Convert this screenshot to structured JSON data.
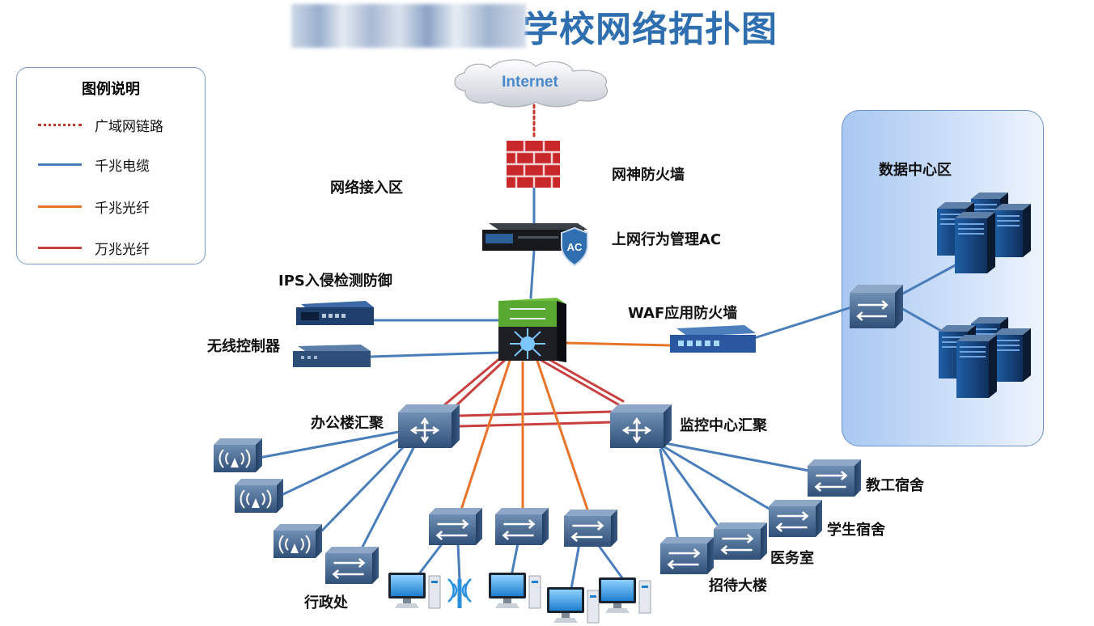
{
  "title": "学校网络拓扑图",
  "legend": {
    "title": "图例说明",
    "items": [
      {
        "label": "广域网链路",
        "color": "#c0392b",
        "style": "dotted"
      },
      {
        "label": "千兆电缆",
        "color": "#4a7ebb",
        "style": "solid"
      },
      {
        "label": "千兆光纤",
        "color": "#e8742a",
        "style": "solid"
      },
      {
        "label": "万兆光纤",
        "color": "#c94040",
        "style": "solid"
      }
    ]
  },
  "zones": {
    "access": "网络接入区",
    "datacenter": "数据中心区"
  },
  "devices": {
    "internet": "Internet",
    "firewall": "网神防火墙",
    "ac": "上网行为管理AC",
    "ac_badge": "AC",
    "ips": "IPS入侵检测防御",
    "wlc": "无线控制器",
    "waf": "WAF应用防火墙",
    "office_agg": "办公楼汇聚",
    "monitor_agg": "监控中心汇聚",
    "admin": "行政处",
    "staff_dorm": "教工宿舍",
    "student_dorm": "学生宿舍",
    "clinic": "医务室",
    "reception": "招待大楼"
  },
  "colors": {
    "title": "#2f6fb0",
    "cable": "#4a7ebb",
    "fiber": "#e8742a",
    "tengig": "#c94040",
    "wan": "#c0392b"
  }
}
